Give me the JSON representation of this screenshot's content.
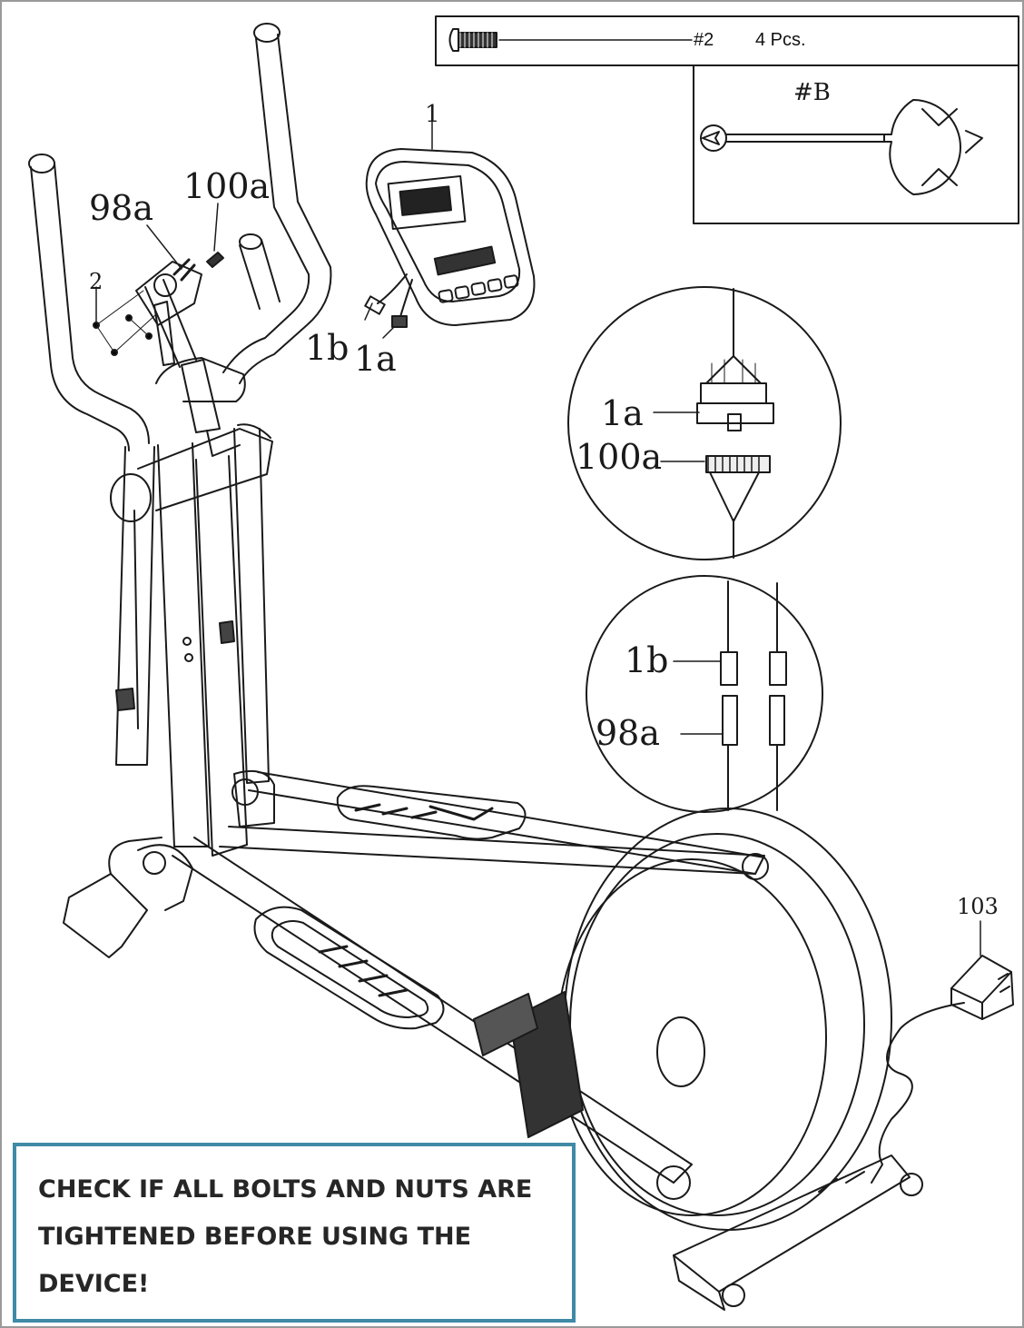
{
  "hardware_box": {
    "bolt_label": "#2",
    "bolt_quantity": "4 Pcs.",
    "tool_label": "#B"
  },
  "part_labels": {
    "console": "1",
    "screw": "2",
    "cable_98a": "98a",
    "cable_100a": "100a",
    "cable_1b": "1b",
    "cable_1a": "1a",
    "adapter": "103"
  },
  "detail_connector_main": {
    "top_label": "1a",
    "bottom_label": "100a"
  },
  "detail_connector_sensor": {
    "top_label": "1b",
    "bottom_label": "98a"
  },
  "notice": {
    "text": "CHECK IF ALL BOLTS AND NUTS ARE\nTIGHTENED BEFORE USING THE\nDEVICE!"
  },
  "colors": {
    "line": "#1a1a1a",
    "notice_border": "#3f8aa6",
    "page_border": "#9a9a9a"
  }
}
